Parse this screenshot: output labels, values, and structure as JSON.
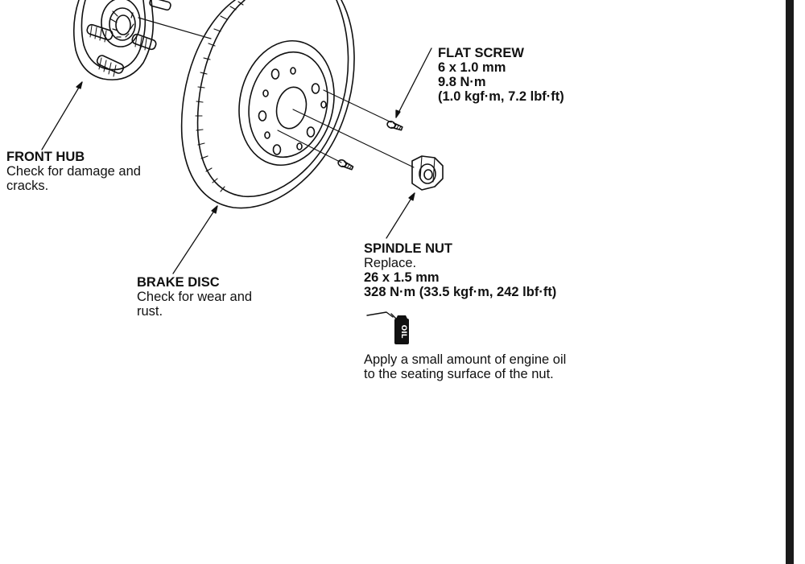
{
  "labels": {
    "front_hub": {
      "title": "FRONT HUB",
      "note_line1": "Check for damage and",
      "note_line2": "cracks."
    },
    "brake_disc": {
      "title": "BRAKE DISC",
      "note_line1": "Check for wear and",
      "note_line2": "rust."
    },
    "flat_screw": {
      "title": "FLAT SCREW",
      "size": "6 x 1.0 mm",
      "torque_nm": "9.8 N·m",
      "torque_alt": "(1.0 kgf·m, 7.2 lbf·ft)"
    },
    "spindle_nut": {
      "title": "SPINDLE NUT",
      "note": "Replace.",
      "size": "26 x 1.5 mm",
      "torque": "328 N·m (33.5 kgf·m, 242 lbf·ft)"
    }
  },
  "oil_symbol": {
    "text": "OIL",
    "caption_line1": "Apply a small amount of engine oil",
    "caption_line2": "to the seating surface of the nut."
  },
  "colors": {
    "ink": "#111111",
    "background": "#ffffff"
  }
}
